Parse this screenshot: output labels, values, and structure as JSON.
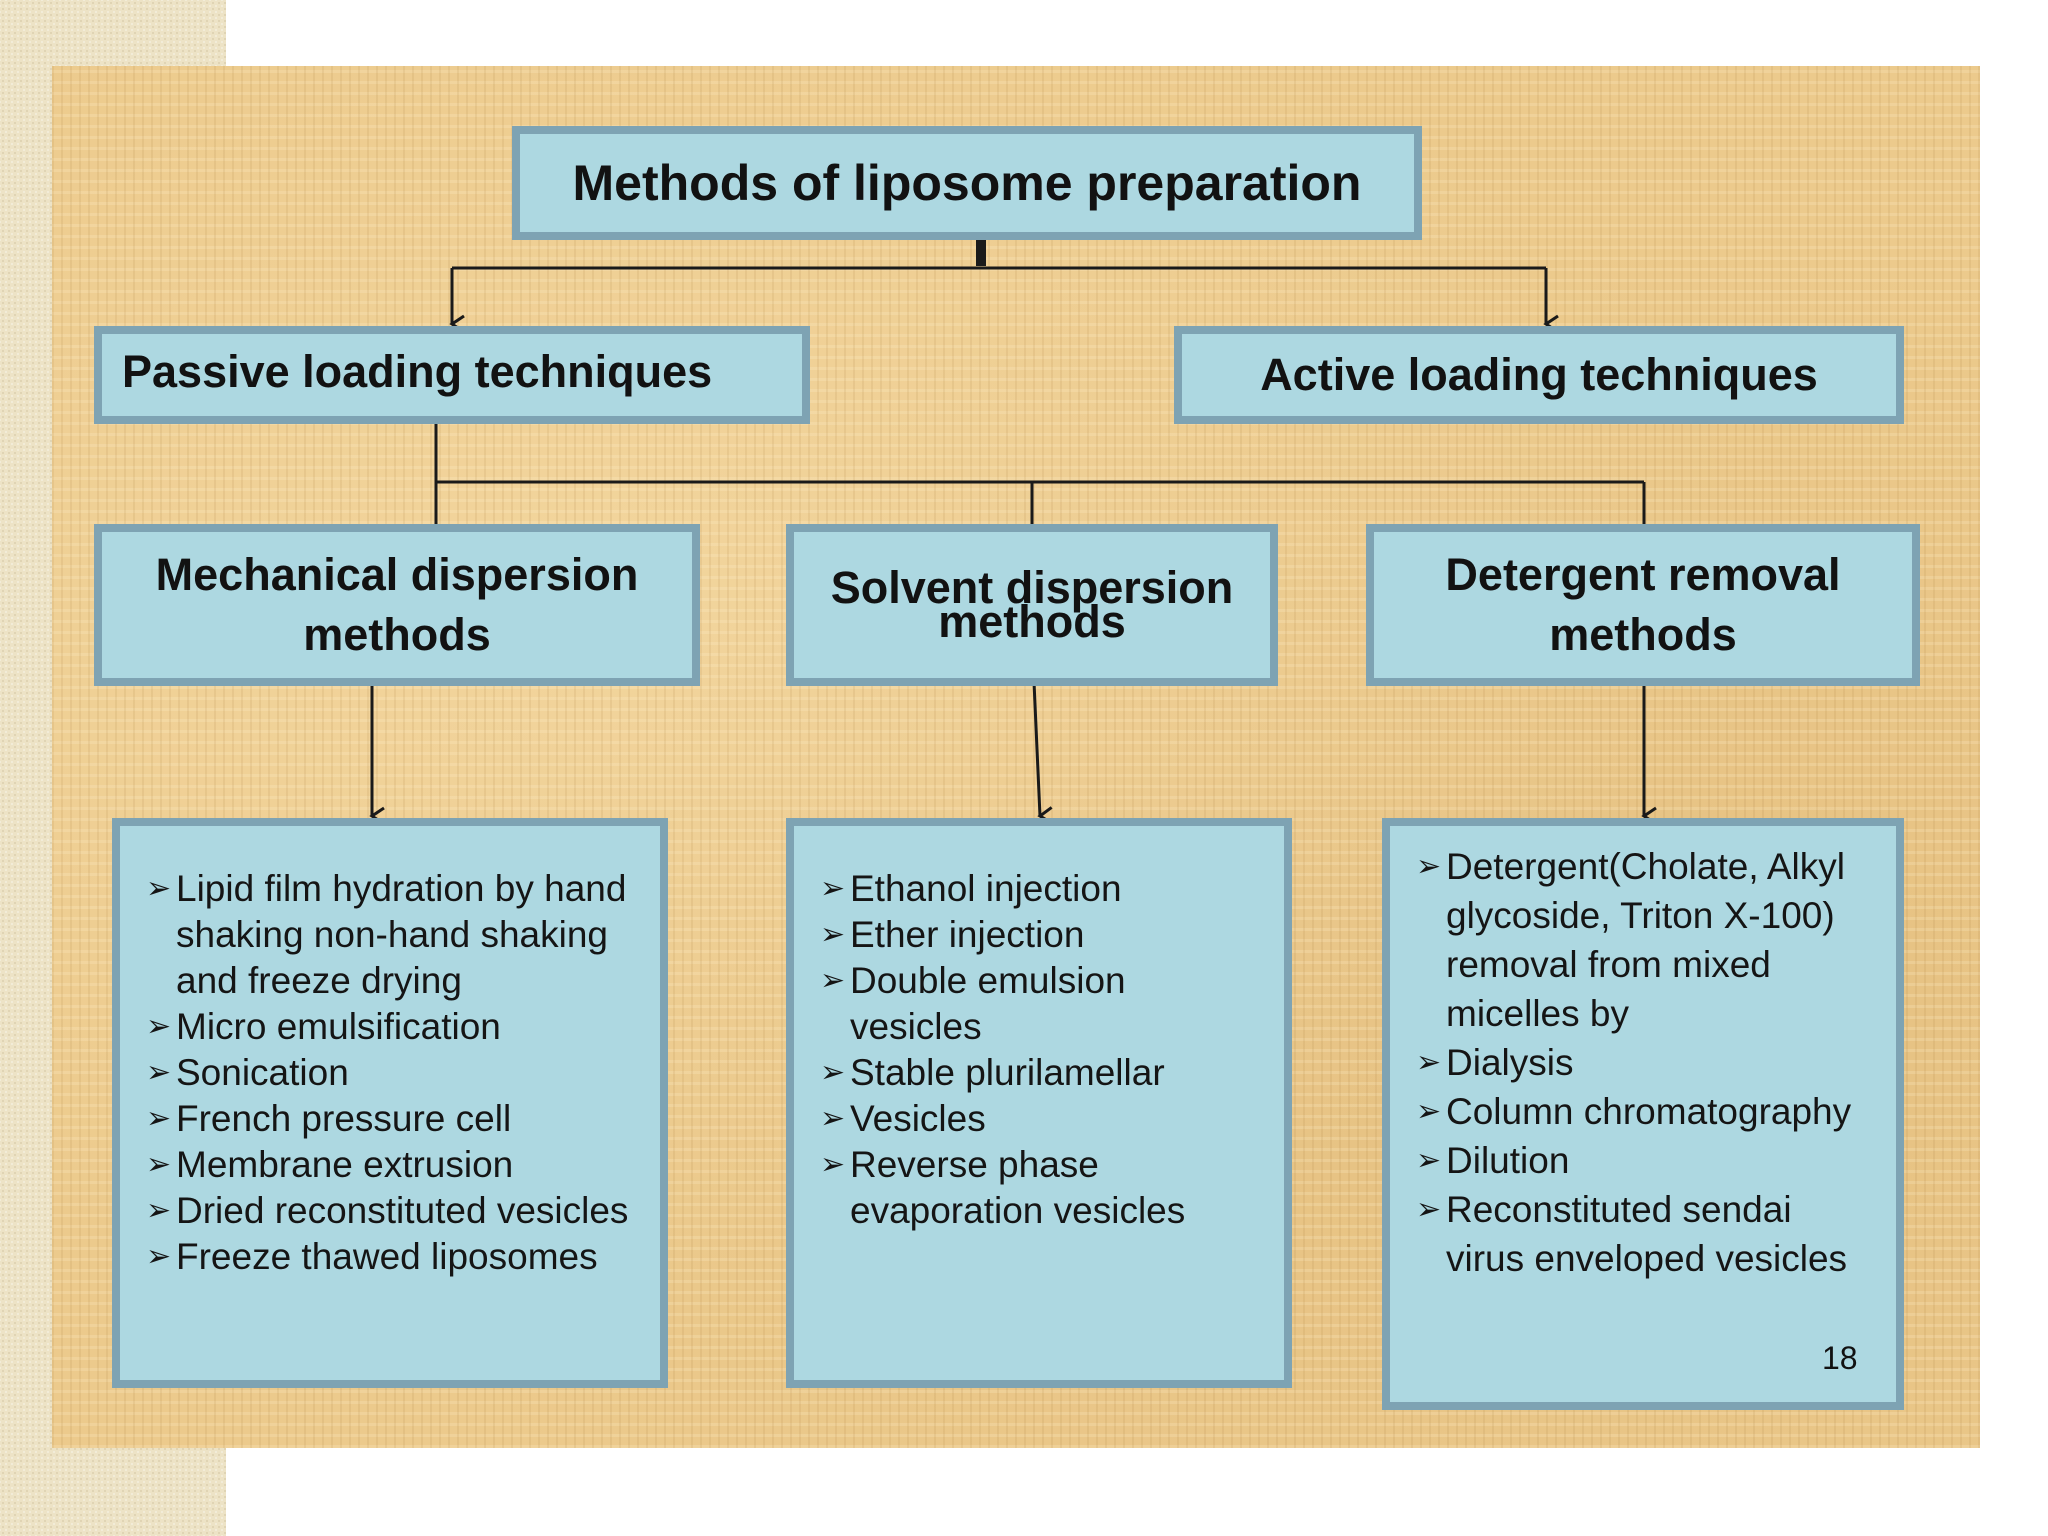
{
  "title": "Methods  of liposome preparation",
  "passive": "Passive loading techniques",
  "active": "Active loading techniques",
  "methods": {
    "mechanical": {
      "line1": "Mechanical dispersion",
      "line2": "methods"
    },
    "solvent": {
      "line1": "Solvent dispersion",
      "line2": "methods"
    },
    "detergent": {
      "line1": "Detergent removal",
      "line2": "methods"
    }
  },
  "lists": {
    "mechanical": [
      "Lipid film hydration by hand shaking non-hand shaking and freeze drying",
      "Micro emulsification",
      "Sonication",
      "French pressure cell",
      "Membrane extrusion",
      "Dried reconstituted vesicles",
      "Freeze thawed liposomes"
    ],
    "solvent": [
      "Ethanol injection",
      "Ether injection",
      "Double emulsion vesicles",
      "Stable plurilamellar",
      "Vesicles",
      "Reverse phase evaporation vesicles"
    ],
    "detergent": [
      "Detergent(Cholate, Alkyl glycoside, Triton X-100) removal from mixed micelles by",
      "Dialysis",
      "Column chromatography",
      "Dilution",
      "Reconstituted sendai virus enveloped vesicles"
    ]
  },
  "bullet_glyph": "➢",
  "page_number": "18",
  "colors": {
    "box_fill": "#add8e1",
    "box_border": "#7ea3b3",
    "background": "#ecca8c",
    "connector": "#1a1a1a"
  }
}
